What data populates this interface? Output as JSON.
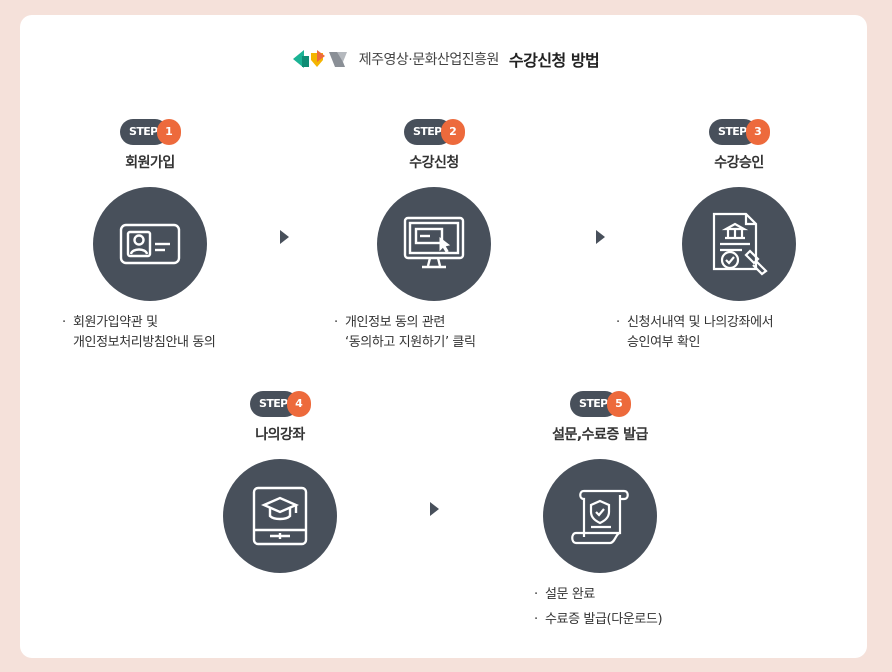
{
  "header": {
    "org": "제주영상·문화산업진흥원",
    "title": "수강신청 방법"
  },
  "colors": {
    "dark": "#48505b",
    "accent": "#ed6a3c",
    "background": "#f5e1da",
    "logo_green": "#1bb394",
    "logo_yellow": "#f4b400",
    "logo_orange": "#ed6a3c",
    "logo_gray": "#8a8f96"
  },
  "steps": [
    {
      "badge": "STEP",
      "number": "1",
      "name": "회원가입",
      "icon": "id-card-icon"
    },
    {
      "badge": "STEP",
      "number": "2",
      "name": "수강신청",
      "icon": "monitor-click-icon"
    },
    {
      "badge": "STEP",
      "number": "3",
      "name": "수강승인",
      "icon": "document-approval-icon"
    },
    {
      "badge": "STEP",
      "number": "4",
      "name": "나의강좌",
      "icon": "graduation-book-icon"
    },
    {
      "badge": "STEP",
      "number": "5",
      "name": "설문,수료증 발급",
      "icon": "certificate-scroll-icon"
    }
  ],
  "descriptions": {
    "step1": {
      "bullet": "·",
      "line1": "회원가입약관 및",
      "line2": "개인정보처리방침안내 동의"
    },
    "step2": {
      "bullet": "·",
      "line1": "개인정보 동의 관련",
      "line2": "‘동의하고 지원하기’ 클릭"
    },
    "step3": {
      "bullet": "·",
      "line1": "신청서내역 및 나의강좌에서",
      "line2": "승인여부 확인"
    },
    "step5": {
      "bullet": "·",
      "item1": "설문 완료",
      "item2": "수료증 발급(다운로드)"
    }
  }
}
